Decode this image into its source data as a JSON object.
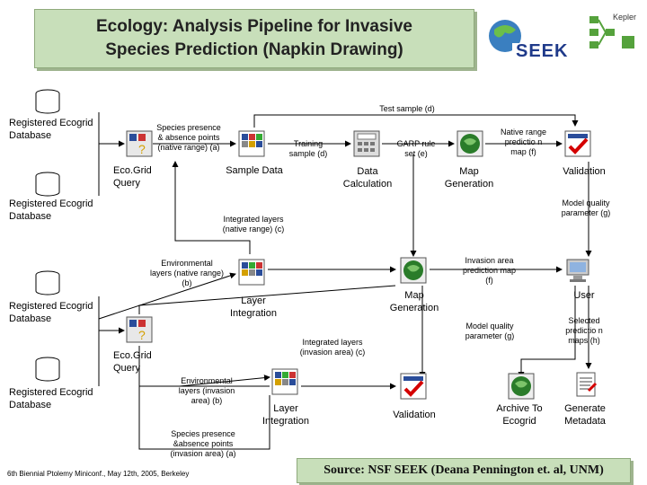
{
  "title": {
    "line1": "Ecology: Analysis Pipeline for Invasive",
    "line2": "Species Prediction (Napkin Drawing)"
  },
  "logos": {
    "kepler": "Kepler",
    "seek": "SEEK"
  },
  "databases": [
    "Registered Ecogrid Database",
    "Registered Ecogrid Database",
    "Registered Ecogrid Database",
    "Registered Ecogrid Database"
  ],
  "nodes": {
    "ecogrid_query_1": "Eco.Grid Query",
    "sample_data": "Sample Data",
    "data_calculation": "Data Calculation",
    "map_generation_1": "Map Generation",
    "validation_1": "Validation",
    "layer_integration_1": "Layer Integration",
    "map_generation_2": "Map Generation",
    "user": "User",
    "ecogrid_query_2": "Eco.Grid Query",
    "layer_integration_2": "Layer Integration",
    "validation_2": "Validation",
    "archive": "Archive To Ecogrid",
    "generate_metadata": "Generate Metadata"
  },
  "edges": {
    "species_presence": "Species presence & absence points (native range) (a)",
    "test_sample": "Test sample (d)",
    "training_sample": "Training sample (d)",
    "garp_rule_set": "GARP rule set (e)",
    "native_range": "Native range predictio n map (f)",
    "model_quality_g": "Model quality parameter (g)",
    "integrated_layers_native": "Integrated layers (native range) (c)",
    "env_layers_native": "Environmental layers (native range) (b)",
    "invasion_area_pred": "Invasion area prediction map (f)",
    "model_quality_g2": "Model quality parameter (g)",
    "selected_prediction": "Selected predictio n maps (h)",
    "integrated_layers_invasion": "Integrated layers (invasion area) (c)",
    "env_layers_invasion": "Environmental layers (invasion area) (b)",
    "species_presence_invasion": "Species presence &absence points (invasion area) (a)"
  },
  "footer": "6th Biennial Ptolemy Miniconf., May 12th, 2005, Berkeley",
  "source": "Source: NSF SEEK (Deana Pennington et. al, UNM)",
  "colors": {
    "title_bg": "#c8dfba",
    "line": "#000000",
    "validation_red": "#d40000"
  }
}
